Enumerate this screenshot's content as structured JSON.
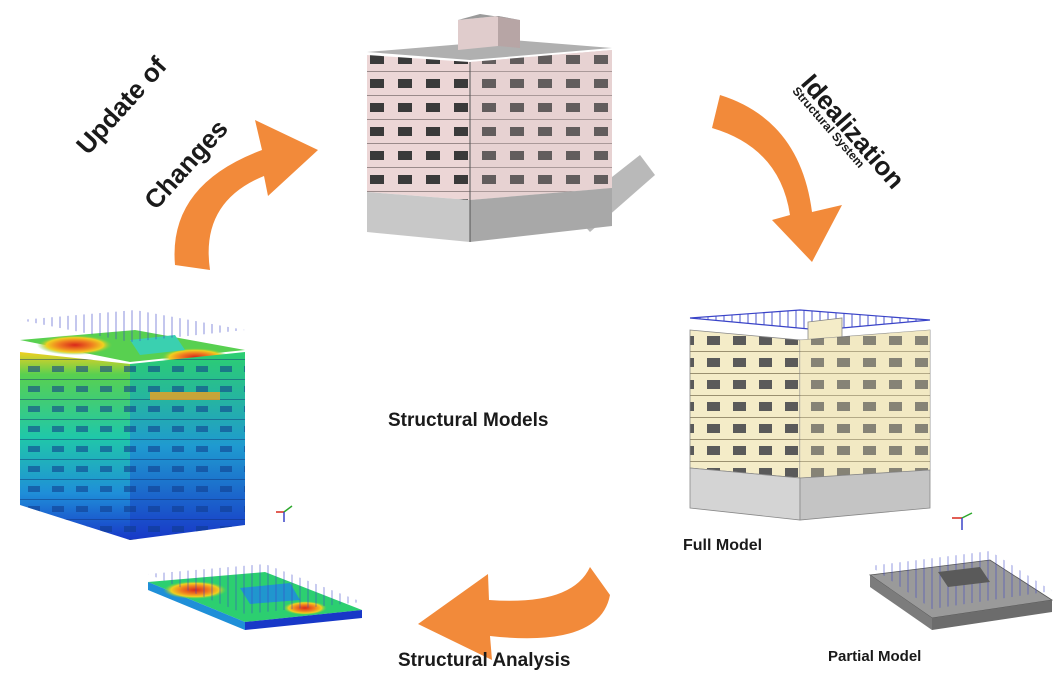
{
  "labels": {
    "update_line1": "Update of",
    "update_line2": "Changes",
    "idealization": "Idealization",
    "structural_system": "Structural System",
    "structural_models": "Structural Models",
    "full_model": "Full Model",
    "partial_model": "Partial Model",
    "structural_analysis": "Structural Analysis"
  },
  "colors": {
    "arrow": "#f28a3a",
    "arrow_shade": "#e0701e",
    "facade": "#ecd6d6",
    "base": "#c8c8c8",
    "model_facade": "#f4ecc8",
    "load_lines": "#3a44c8",
    "hot": "#d8281c",
    "warm": "#f0c020",
    "mid": "#2ccf70",
    "cool": "#1f8fd8",
    "cold": "#1838c8"
  }
}
